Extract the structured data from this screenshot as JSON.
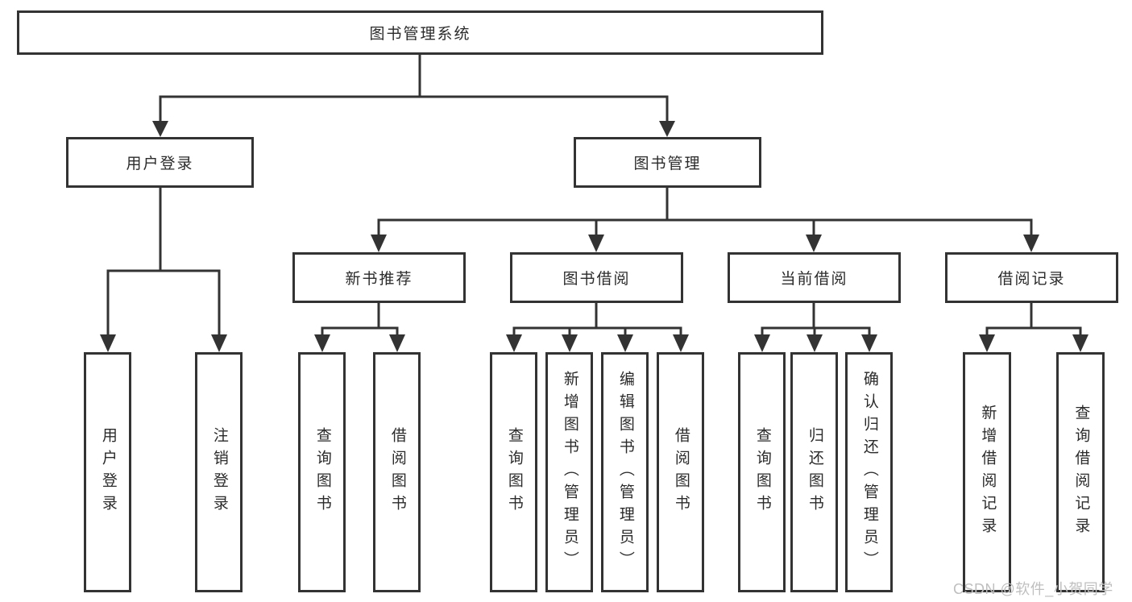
{
  "title": {
    "label": "图书管理系统"
  },
  "branches": [
    {
      "label": "用户登录",
      "children": [
        {
          "label": "用户登录"
        },
        {
          "label": "注销登录"
        }
      ]
    },
    {
      "label": "图书管理",
      "children": [
        {
          "label": "新书推荐",
          "children": [
            {
              "label": "查询图书"
            },
            {
              "label": "借阅图书"
            }
          ]
        },
        {
          "label": "图书借阅",
          "children": [
            {
              "label": "查询图书"
            },
            {
              "label": "新增图书（管理员）"
            },
            {
              "label": "编辑图书（管理员）"
            },
            {
              "label": "借阅图书"
            }
          ]
        },
        {
          "label": "当前借阅",
          "children": [
            {
              "label": "查询图书"
            },
            {
              "label": "归还图书"
            },
            {
              "label": "确认归还（管理员）"
            }
          ]
        },
        {
          "label": "借阅记录",
          "children": [
            {
              "label": "新增借阅记录"
            },
            {
              "label": "查询借阅记录"
            }
          ]
        }
      ]
    }
  ],
  "watermark": {
    "label": "CSDN @软件_小贺同学"
  },
  "colors": {
    "line": "#333333",
    "text": "#2b2b2b",
    "watermark": "#bfbfbf",
    "background": "#ffffff"
  }
}
